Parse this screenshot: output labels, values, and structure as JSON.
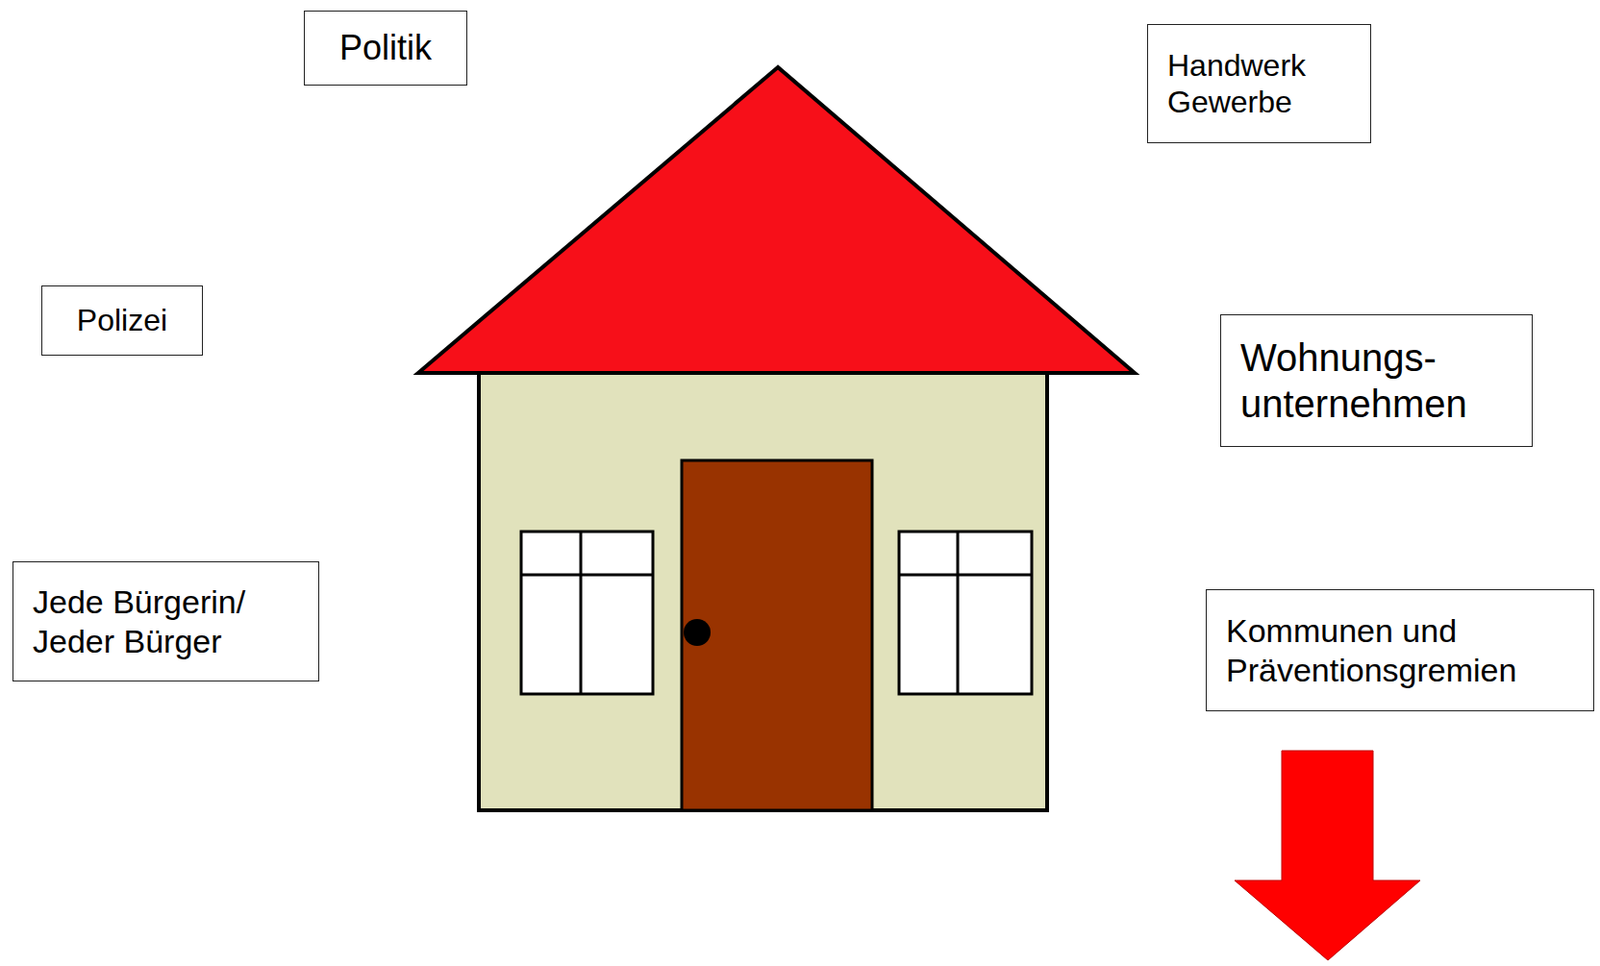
{
  "diagram": {
    "nodes": [
      {
        "text": [
          "Politik"
        ]
      },
      {
        "text": [
          "Handwerk Gewerbe"
        ]
      },
      {
        "text": [
          "Polizei"
        ]
      },
      {
        "text": [
          "Wohnungs- unternehmen"
        ]
      },
      {
        "text": [
          "Jede Bürgerin/ Jeder Bürger"
        ]
      },
      {
        "text": [
          "Kommunen und Präventionsgremien"
        ]
      }
    ]
  }
}
